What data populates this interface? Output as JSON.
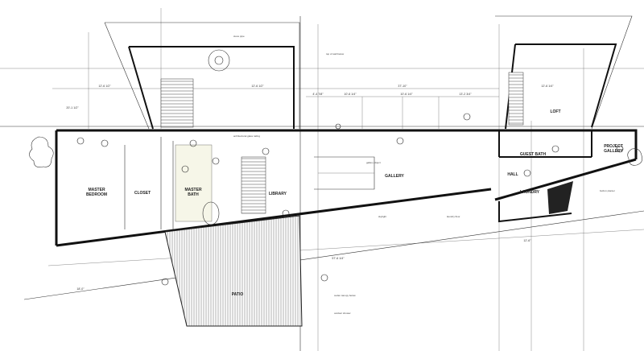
{
  "drawing": {
    "rooms": {
      "master_bedroom": [
        "MASTER",
        "BEDROOM"
      ],
      "closet": "CLOSET",
      "master_bath": [
        "MASTER",
        "BATH"
      ],
      "library": "LIBRARY",
      "gallery": "GALLERY",
      "loft": "LOFT",
      "project_gallery": [
        "PROJECT",
        "GALLERY"
      ],
      "guest_bath": "GUEST BATH",
      "hall": "HALL",
      "laundry": "LAUNDRY",
      "patio": "PATIO"
    },
    "dimensions": {
      "d1": "12'-6 1/2\"",
      "d2": "37'-10\"",
      "d3": "10'-6 1/4\"",
      "d4": "10'-6 1/4\"",
      "d5": "13'-2 3/4\"",
      "d6": "12'-6 1/4\"",
      "d7": "4'-4 7/8\"",
      "d8": "20'-1 1/2\"",
      "d9": "57'-6 1/4\"",
      "d10": "12'-6\"",
      "d11": "18'-0\""
    },
    "notes": {
      "stove_pipe": "stove pipe",
      "top_of_wall": "top of wall below",
      "glass_railing": "architectural glass railing",
      "gallery_object": "gallery object",
      "skylight": "skylight",
      "cedar_canopy": "cedar canopy below",
      "outdoor_shower": "outdoor shower",
      "built_in_planter": "built-in planter",
      "laundry_room_floor": "laundry floor"
    }
  }
}
